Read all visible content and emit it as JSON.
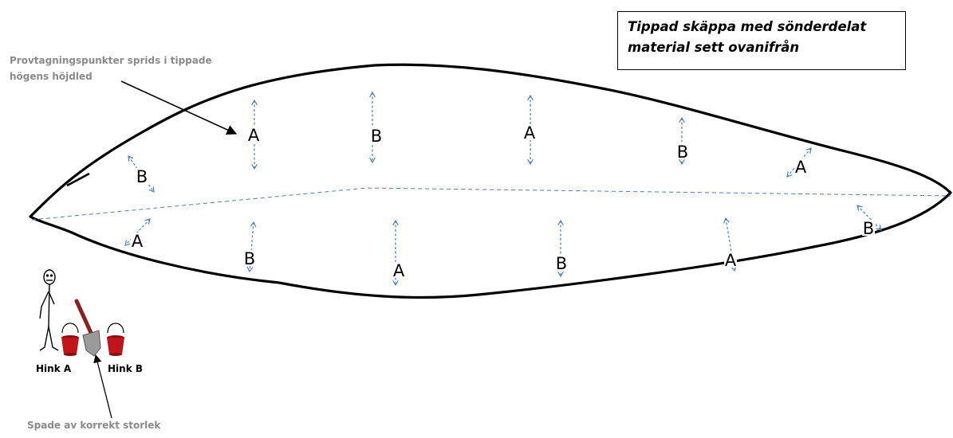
{
  "title": {
    "lines": [
      "Tippad skäppa med sönderdelat",
      "material sett ovanifrån"
    ]
  },
  "annotation": {
    "lines": [
      "Provtagningspunkter sprids i tippade",
      "högens höjdled"
    ]
  },
  "buckets": {
    "a_label": "Hink A",
    "b_label": "Hink B",
    "color": "#c0151a"
  },
  "shovel_label": "Spade av korrekt storlek",
  "arrow_color": "#4a7fc4",
  "sample_points": {
    "upper": [
      "B",
      "A",
      "B",
      "A",
      "B",
      "A"
    ],
    "lower": [
      "A",
      "B",
      "A",
      "B",
      "A",
      "B"
    ]
  }
}
